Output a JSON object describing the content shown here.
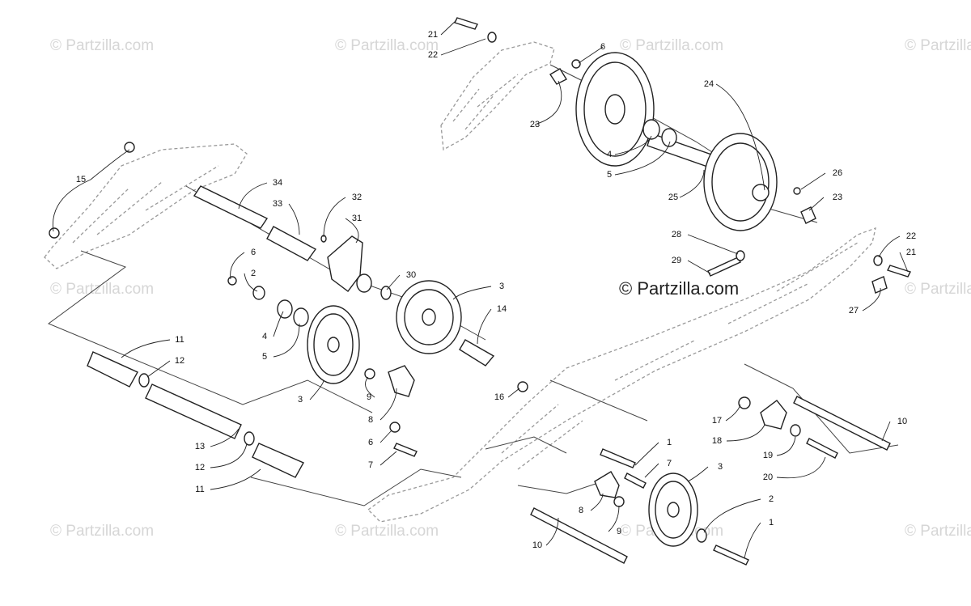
{
  "watermark": {
    "text": "© Partzilla.com",
    "copyright_text": "© Partzilla.com"
  },
  "callouts": [
    {
      "id": "c21a",
      "number": "21"
    },
    {
      "id": "c22a",
      "number": "22"
    },
    {
      "id": "c6a",
      "number": "6"
    },
    {
      "id": "c24",
      "number": "24"
    },
    {
      "id": "c23a",
      "number": "23"
    },
    {
      "id": "c4a",
      "number": "4"
    },
    {
      "id": "c5a",
      "number": "5"
    },
    {
      "id": "c25",
      "number": "25"
    },
    {
      "id": "c26",
      "number": "26"
    },
    {
      "id": "c23b",
      "number": "23"
    },
    {
      "id": "c15",
      "number": "15"
    },
    {
      "id": "c34",
      "number": "34"
    },
    {
      "id": "c33",
      "number": "33"
    },
    {
      "id": "c32",
      "number": "32"
    },
    {
      "id": "c31",
      "number": "31"
    },
    {
      "id": "c28",
      "number": "28"
    },
    {
      "id": "c29",
      "number": "29"
    },
    {
      "id": "c22b",
      "number": "22"
    },
    {
      "id": "c21b",
      "number": "21"
    },
    {
      "id": "c27",
      "number": "27"
    },
    {
      "id": "c6b",
      "number": "6"
    },
    {
      "id": "c2a",
      "number": "2"
    },
    {
      "id": "c30",
      "number": "30"
    },
    {
      "id": "c3a",
      "number": "3"
    },
    {
      "id": "c14",
      "number": "14"
    },
    {
      "id": "c4b",
      "number": "4"
    },
    {
      "id": "c5b",
      "number": "5"
    },
    {
      "id": "c11a",
      "number": "11"
    },
    {
      "id": "c12a",
      "number": "12"
    },
    {
      "id": "c3b",
      "number": "3"
    },
    {
      "id": "c9a",
      "number": "9"
    },
    {
      "id": "c16",
      "number": "16"
    },
    {
      "id": "c8a",
      "number": "8"
    },
    {
      "id": "c17",
      "number": "17"
    },
    {
      "id": "c10a",
      "number": "10"
    },
    {
      "id": "c18",
      "number": "18"
    },
    {
      "id": "c6c",
      "number": "6"
    },
    {
      "id": "c1a",
      "number": "1"
    },
    {
      "id": "c19",
      "number": "19"
    },
    {
      "id": "c7a",
      "number": "7"
    },
    {
      "id": "c7b",
      "number": "7"
    },
    {
      "id": "c20",
      "number": "20"
    },
    {
      "id": "c13",
      "number": "13"
    },
    {
      "id": "c12b",
      "number": "12"
    },
    {
      "id": "c11b",
      "number": "11"
    },
    {
      "id": "c3c",
      "number": "3"
    },
    {
      "id": "c2b",
      "number": "2"
    },
    {
      "id": "c8b",
      "number": "8"
    },
    {
      "id": "c1b",
      "number": "1"
    },
    {
      "id": "c9b",
      "number": "9"
    },
    {
      "id": "c10b",
      "number": "10"
    }
  ]
}
